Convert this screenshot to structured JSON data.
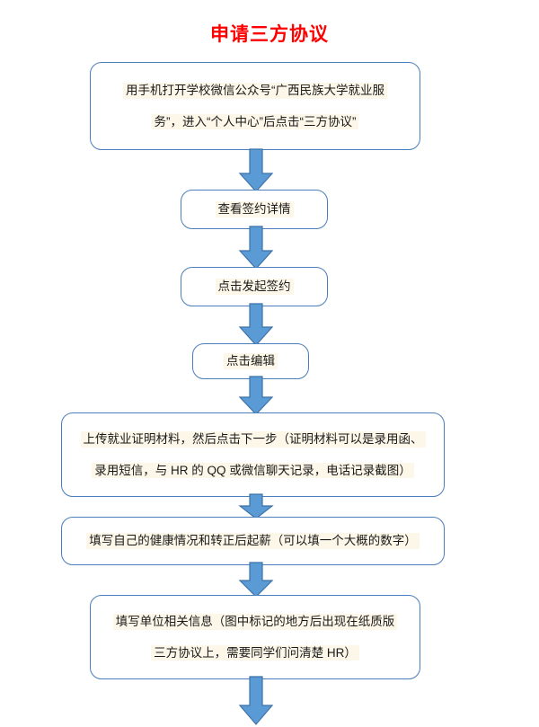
{
  "title": "申请三方协议",
  "colors": {
    "title_color": "#FF0000",
    "node_border": "#4A7EBC",
    "node_fill": "#FFFFFF",
    "text_highlight": "#FDF7E9",
    "arrow_fill": "#5B9BD5",
    "arrow_stroke": "#3E72A8"
  },
  "nodes": [
    {
      "id": "node-1",
      "lines": [
        "用手机打开学校微信公众号“广西民族大学就业服",
        "务”，进入“个人中心”后点击“三方协议”"
      ]
    },
    {
      "id": "node-2",
      "lines": [
        "查看签约详情"
      ]
    },
    {
      "id": "node-3",
      "lines": [
        "点击发起签约"
      ]
    },
    {
      "id": "node-4",
      "lines": [
        "点击编辑"
      ]
    },
    {
      "id": "node-5",
      "lines": [
        "上传就业证明材料，然后点击下一步（证明材料可以是录用函、",
        "录用短信，与 HR 的 QQ 或微信聊天记录，电话记录截图）"
      ]
    },
    {
      "id": "node-6",
      "lines": [
        "填写自己的健康情况和转正后起薪（可以填一个大概的数字）"
      ]
    },
    {
      "id": "node-7",
      "lines": [
        "填写单位相关信息（图中标记的地方后出现在纸质版",
        "三方协议上，需要同学们问清楚 HR）"
      ]
    }
  ],
  "arrows": [
    {
      "id": "arrow-1",
      "icon": "down-arrow-icon"
    },
    {
      "id": "arrow-2",
      "icon": "down-arrow-icon"
    },
    {
      "id": "arrow-3",
      "icon": "down-arrow-icon"
    },
    {
      "id": "arrow-4",
      "icon": "down-arrow-icon"
    },
    {
      "id": "arrow-5",
      "icon": "down-arrow-icon"
    },
    {
      "id": "arrow-6",
      "icon": "down-arrow-icon"
    },
    {
      "id": "arrow-7",
      "icon": "down-arrow-icon"
    }
  ]
}
